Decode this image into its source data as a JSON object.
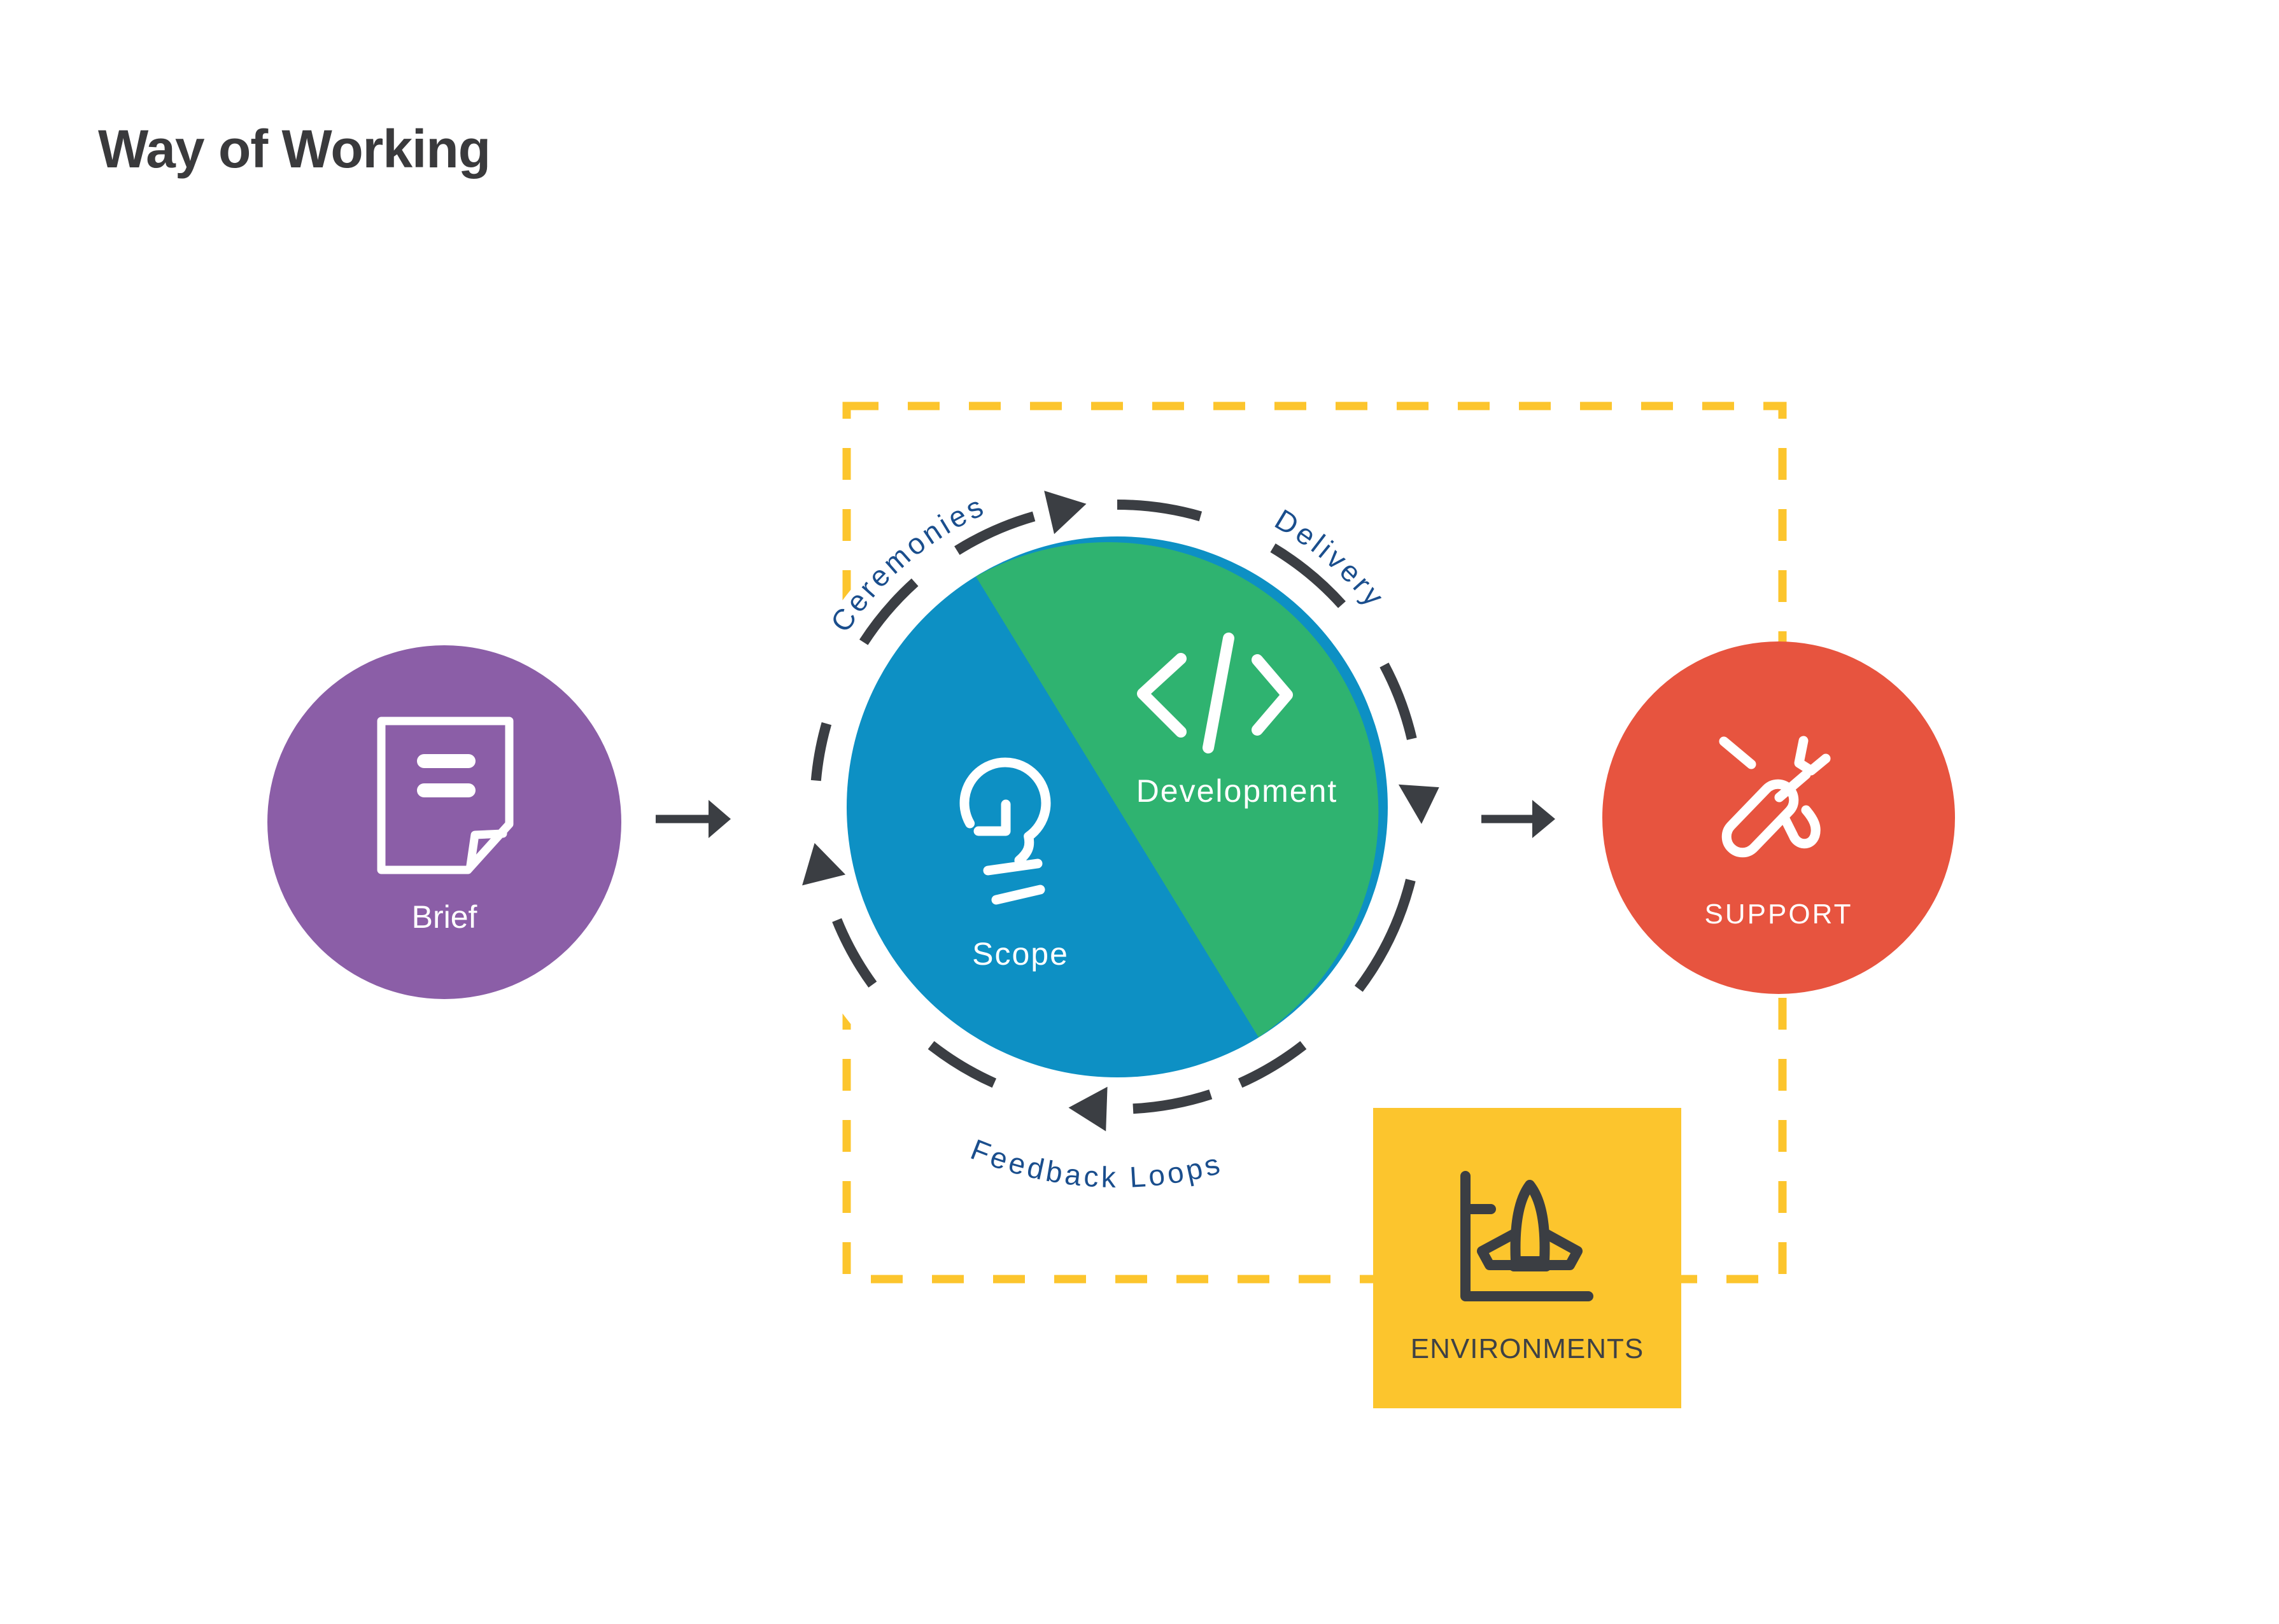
{
  "title": "Way of Working",
  "flow": {
    "brief": {
      "label": "Brief",
      "icon": "document-icon",
      "color": "#8B5EA7"
    },
    "cycle": {
      "scope": {
        "label": "Scope",
        "icon": "lightbulb-icon",
        "color": "#0D90C4"
      },
      "development": {
        "label": "Development",
        "icon": "code-icon",
        "color": "#2FB370"
      },
      "ring_labels": {
        "top_left": "Ceremonies",
        "top_right": "Delivery",
        "bottom": "Feedback Loops"
      }
    },
    "support": {
      "label": "SUPPORT",
      "icon": "tools-icon",
      "color": "#E7543F"
    },
    "environments": {
      "label": "ENVIRONMENTS",
      "icon": "rocket-chart-icon",
      "color": "#FCC52D"
    }
  },
  "colors": {
    "background": "#FFFFFF",
    "title_text": "#3A3A3C",
    "ring_and_arrows": "#3B3E43",
    "ring_label_text": "#1A4E8D",
    "dashed_border": "#FCC52D",
    "environments_text": "#3E4145",
    "node_label_text": "#FFFFFF"
  }
}
